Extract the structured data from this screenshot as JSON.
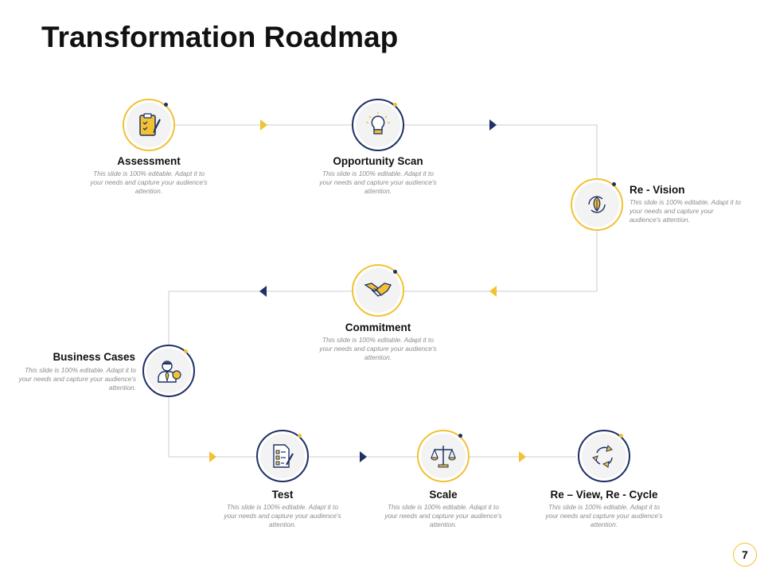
{
  "slide": {
    "title": "Transformation Roadmap",
    "page_number": "7"
  },
  "colors": {
    "gold": "#f2c233",
    "navy": "#1f3165",
    "line": "#d6d6d6",
    "title": "#111111",
    "description": "#8c8c8c"
  },
  "steps": [
    {
      "label": "Assessment",
      "icon": "clipboard-pen-icon",
      "description": "This slide is 100% editable. Adapt it to your needs and capture your audience's attention."
    },
    {
      "label": "Opportunity Scan",
      "icon": "lightbulb-icon",
      "description": "This slide is 100% editable. Adapt it to your needs and capture your audience's attention."
    },
    {
      "label": "Re - Vision",
      "icon": "leaf-cycle-icon",
      "description": "This slide is 100% editable. Adapt it to your needs and capture your audience's attention."
    },
    {
      "label": "Commitment",
      "icon": "handshake-icon",
      "description": "This slide is 100% editable. Adapt it to your needs and capture your audience's attention."
    },
    {
      "label": "Business Cases",
      "icon": "businessman-icon",
      "description": "This slide is 100% editable. Adapt it to your needs and capture your audience's attention."
    },
    {
      "label": "Test",
      "icon": "checklist-icon",
      "description": "This slide is 100% editable. Adapt it to your needs and capture your audience's attention."
    },
    {
      "label": "Scale",
      "icon": "balance-scale-icon",
      "description": "This slide is 100% editable. Adapt it to your needs and capture your audience's attention."
    },
    {
      "label": "Re – View, Re - Cycle",
      "icon": "recycle-arrows-icon",
      "description": "This slide is 100% editable. Adapt it to your needs and capture your audience's attention."
    }
  ]
}
